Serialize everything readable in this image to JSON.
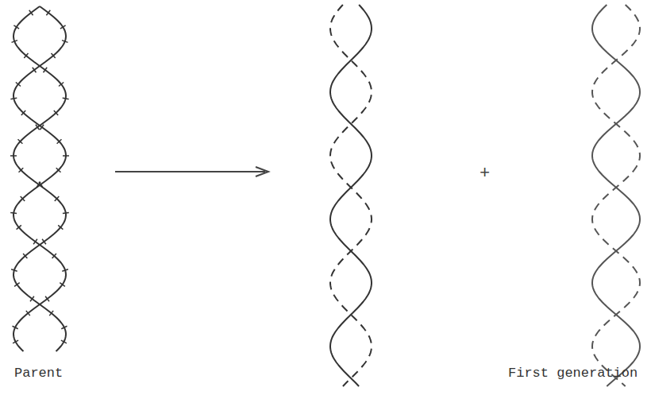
{
  "diagram": {
    "labels": [
      "Parent",
      "+",
      "First generation"
    ]
  }
}
